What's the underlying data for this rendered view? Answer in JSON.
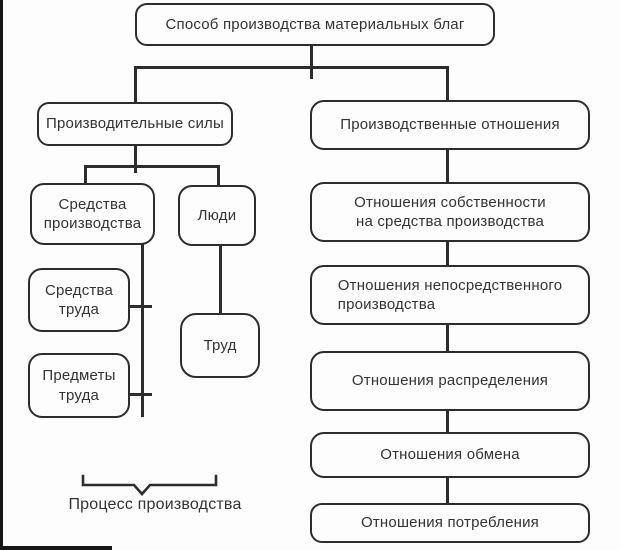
{
  "diagram": {
    "root": "Способ производства материальных благ",
    "left_branch": {
      "title": "Производительные силы",
      "means_of_production": "Средства\nпроизводства",
      "people": "Люди",
      "means_of_labor": "Средства\nтруда",
      "objects_of_labor": "Предметы\nтруда",
      "labor": "Труд",
      "caption": "Процесс производства"
    },
    "right_branch": {
      "title": "Производственные отношения",
      "relations": [
        "Отношения собственности\nна средства производства",
        "Отношения непосредственного\nпроизводства",
        "Отношения распределения",
        "Отношения обмена",
        "Отношения потребления"
      ]
    }
  },
  "colors": {
    "line": "#2d2d2d",
    "text": "#333333",
    "background": "#fdfdfd"
  }
}
